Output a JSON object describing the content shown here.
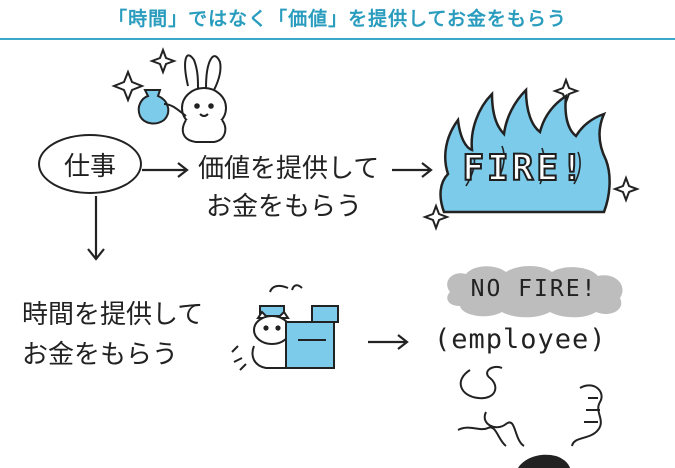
{
  "header": {
    "title": "「時間」ではなく「価値」を提供してお金をもらう"
  },
  "diagram": {
    "start_node": "仕事",
    "top_path": {
      "line1": "価値を提供して",
      "line2": "お金をもらう",
      "result": "FIRE!"
    },
    "bottom_path": {
      "line1": "時間を提供して",
      "line2": "お金をもらう",
      "result": "NO FIRE!",
      "result_note": "(employee)"
    }
  },
  "colors": {
    "accent": "#3aa9c9",
    "fire_fill": "#7ccbea",
    "cloud_fill": "#bdbdbd",
    "ink": "#222222"
  },
  "icons": [
    "rabbit-with-bag-icon",
    "cat-with-register-icon",
    "sparkle-icon",
    "smoke-icon"
  ]
}
